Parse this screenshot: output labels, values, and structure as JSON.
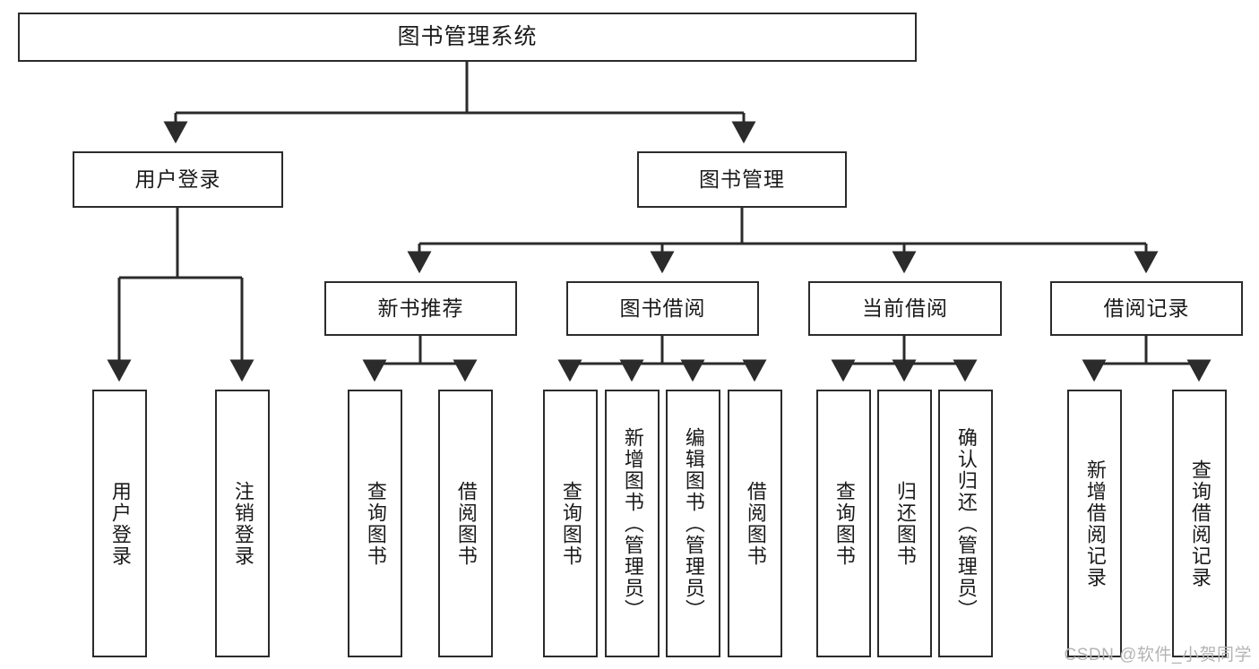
{
  "diagram": {
    "type": "tree",
    "title": "图书管理系统",
    "watermark": "CSDN @软件_小贺同学",
    "colors": {
      "box_border": "#2b2b2b",
      "box_fill": "#ffffff",
      "connector": "#2b2b2b",
      "text": "#1a1a1a",
      "watermark": "#b4b4b4"
    },
    "root": {
      "label": "图书管理系统"
    },
    "level2": [
      {
        "label": "用户登录"
      },
      {
        "label": "图书管理"
      }
    ],
    "level3": [
      {
        "label": "新书推荐"
      },
      {
        "label": "图书借阅"
      },
      {
        "label": "当前借阅"
      },
      {
        "label": "借阅记录"
      }
    ],
    "leaves": {
      "user_login": [
        {
          "label": "用户登录"
        },
        {
          "label": "注销登录"
        }
      ],
      "new_book": [
        {
          "label": "查询图书"
        },
        {
          "label": "借阅图书"
        }
      ],
      "book_borrow": [
        {
          "label": "查询图书"
        },
        {
          "label": "新增图书（管理员）"
        },
        {
          "label": "编辑图书（管理员）"
        },
        {
          "label": "借阅图书"
        }
      ],
      "current_borrow": [
        {
          "label": "查询图书"
        },
        {
          "label": "归还图书"
        },
        {
          "label": "确认归还（管理员）"
        }
      ],
      "borrow_record": [
        {
          "label": "新增借阅记录"
        },
        {
          "label": "查询借阅记录"
        }
      ]
    }
  }
}
